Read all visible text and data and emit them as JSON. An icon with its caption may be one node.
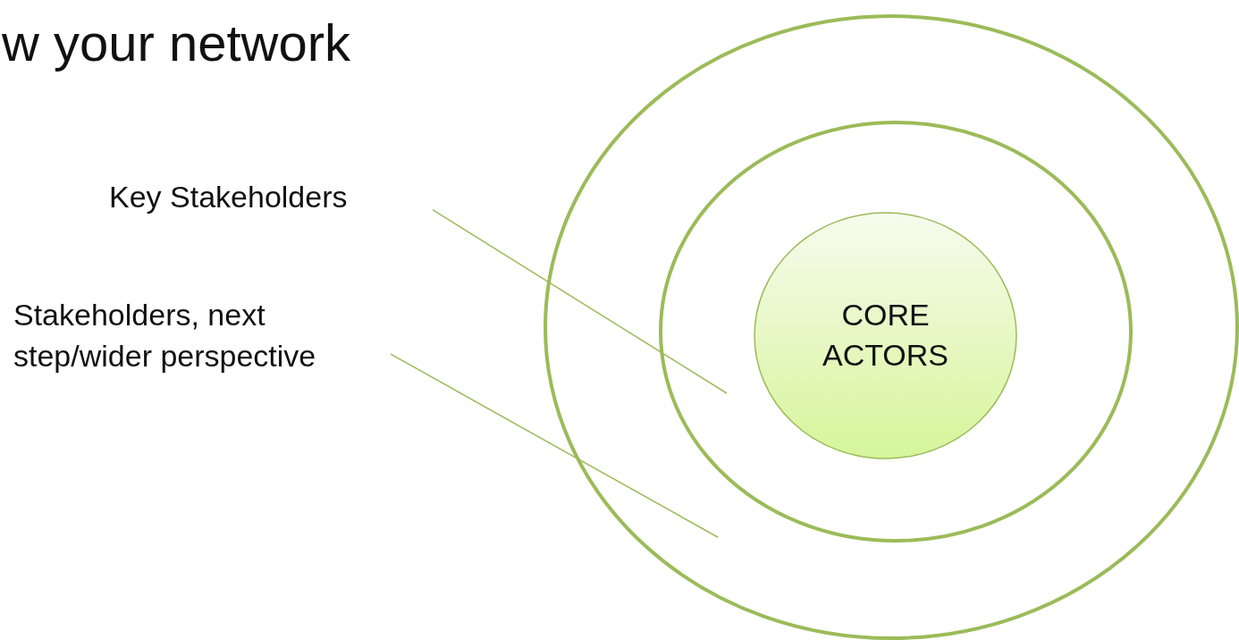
{
  "diagram": {
    "title": "w your network",
    "nodes": [
      {
        "text": [
          "Key Stakeholders"
        ]
      },
      {
        "text": [
          "Stakeholders, next step/wider perspective"
        ]
      },
      {
        "text": [],
        "shape": "circle"
      },
      {
        "text": [],
        "shape": "circle",
        "in": 2
      },
      {
        "text": [
          "CORE ACTORS"
        ],
        "in": 3
      }
    ],
    "edges": [
      {
        "from": 0,
        "to": 3,
        "arrow": "none"
      },
      {
        "from": 1,
        "to": 2,
        "arrow": "none"
      }
    ]
  }
}
